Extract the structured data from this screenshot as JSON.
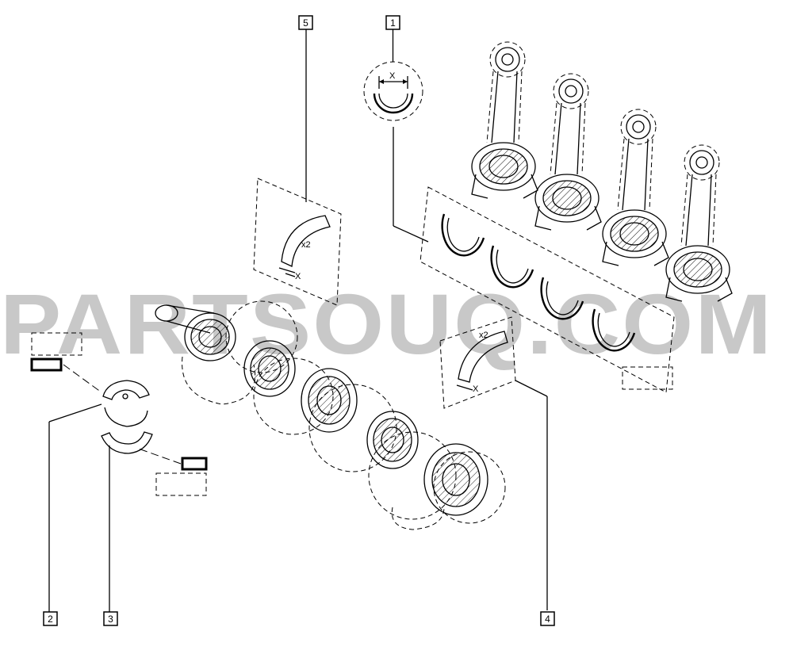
{
  "watermark": "PARTSOUQ.COM",
  "callouts": [
    "1",
    "2",
    "3",
    "4",
    "5"
  ],
  "detail_dimension_label": "X",
  "quantity_label": "x2",
  "colors": {
    "line": "#000000",
    "watermark": "#c8c8c8",
    "background": "#ffffff"
  }
}
